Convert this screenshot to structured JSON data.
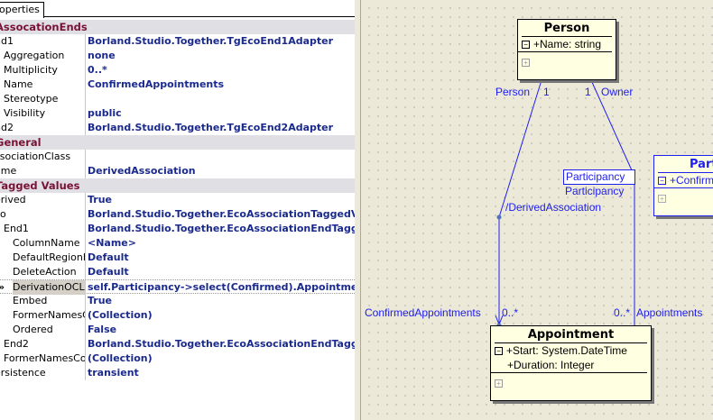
{
  "properties": {
    "tab_label": "operties",
    "rows": [
      {
        "type": "cat",
        "name": "AssocationEnds"
      },
      {
        "name": "nd1",
        "level": 0,
        "value": "Borland.Studio.Together.TgEcoEnd1Adapter"
      },
      {
        "name": "Aggregation",
        "level": 1,
        "value": "none"
      },
      {
        "name": "Multiplicity",
        "level": 1,
        "value": "0..*"
      },
      {
        "name": "Name",
        "level": 1,
        "value": "ConfirmedAppointments"
      },
      {
        "name": "Stereotype",
        "level": 1,
        "value": ""
      },
      {
        "name": "Visibility",
        "level": 1,
        "value": "public"
      },
      {
        "name": "nd2",
        "level": 0,
        "value": "Borland.Studio.Together.TgEcoEnd2Adapter"
      },
      {
        "type": "cat",
        "name": "General"
      },
      {
        "name": "ssociationClass",
        "level": 0,
        "value": ""
      },
      {
        "name": "ame",
        "level": 0,
        "value": "DerivedAssociation"
      },
      {
        "type": "cat",
        "name": "Tagged Values"
      },
      {
        "name": "erived",
        "level": 0,
        "value": "True"
      },
      {
        "name": "co",
        "level": 0,
        "value": "Borland.Studio.Together.EcoAssociationTaggedValue"
      },
      {
        "name": "End1",
        "level": 1,
        "value": "Borland.Studio.Together.EcoAssociationEndTaggedVa"
      },
      {
        "name": "ColumnName",
        "level": 2,
        "value": "<Name>"
      },
      {
        "name": "DefaultRegionMc",
        "level": 2,
        "value": "Default"
      },
      {
        "name": "DeleteAction",
        "level": 2,
        "value": "Default"
      },
      {
        "name": "DerivationOCL",
        "level": 2,
        "value": "self.Participancy->select(Confirmed).Appointments",
        "selected": true
      },
      {
        "name": "Embed",
        "level": 2,
        "value": "True"
      },
      {
        "name": "FormerNamesCo",
        "level": 2,
        "value": "(Collection)"
      },
      {
        "name": "Ordered",
        "level": 2,
        "value": "False"
      },
      {
        "name": "End2",
        "level": 1,
        "value": "Borland.Studio.Together.EcoAssociationEndTaggedVa"
      },
      {
        "name": "FormerNamesColle",
        "level": 1,
        "value": "(Collection)"
      },
      {
        "name": "ersistence",
        "level": 0,
        "value": "transient"
      }
    ],
    "selected_marker": "»"
  },
  "diagram": {
    "person": {
      "title": "Person",
      "attrs": [
        "+Name: string"
      ]
    },
    "appointment": {
      "title": "Appointment",
      "attrs": [
        "+Start: System.DateTime",
        "+Duration: Integer"
      ]
    },
    "participancy": {
      "title": "Parti",
      "attrs": [
        "+Confirm"
      ]
    },
    "labels": {
      "person_role": "Person",
      "person_mult": "1",
      "owner_mult": "1",
      "owner_role": "Owner",
      "participancy_box": "Participancy",
      "participancy_role": "Participancy",
      "derived_assoc": "/DerivedAssociation",
      "confirmed_role": "ConfirmedAppointments",
      "confirmed_mult": "0..*",
      "appointments_mult": "0..*",
      "appointments_role": "Appointments"
    },
    "collapse_glyph": "−",
    "expand_glyph": "+",
    "line_color": "#2020ee"
  }
}
